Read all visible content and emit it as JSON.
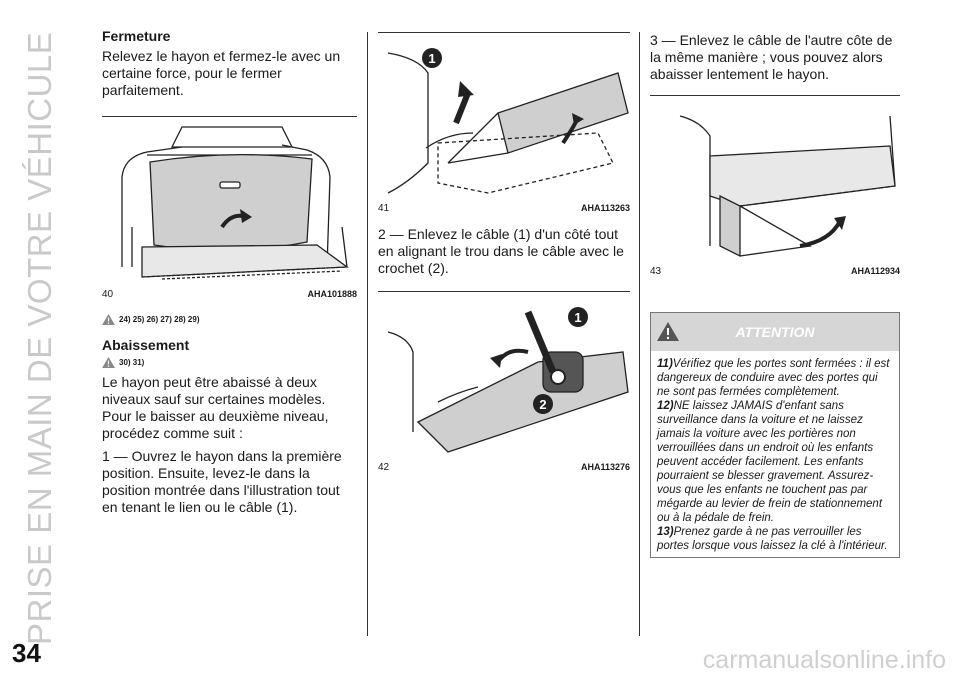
{
  "side_title": "PRISE EN MAIN DE VOTRE VÉHICULE",
  "page_number": "34",
  "watermark": "carmanualsonline.info",
  "col1": {
    "heading1": "Fermeture",
    "para1": "Relevez le hayon et fermez-le avec un certaine force, pour le fermer parfaitement.",
    "fig40": {
      "num": "40",
      "code": "AHA101888"
    },
    "refs1": "24) 25) 26) 27) 28) 29)",
    "heading2": "Abaissement",
    "refs2": "30) 31)",
    "para2": "Le hayon peut être abaissé à deux niveaux sauf sur certaines modèles. Pour le baisser au deuxième niveau, procédez comme suit :",
    "para3": "1 — Ouvrez le hayon dans la première position. Ensuite, levez-le dans la position montrée dans l'illustration tout en tenant le lien ou le câble (1)."
  },
  "col2": {
    "fig41": {
      "num": "41",
      "code": "AHA113263",
      "callout": "1"
    },
    "para1": "2 — Enlevez le câble (1) d'un côté tout en alignant le trou dans le câble avec le crochet (2).",
    "fig42": {
      "num": "42",
      "code": "AHA113276",
      "callout1": "1",
      "callout2": "2"
    }
  },
  "col3": {
    "para1": "3 — Enlevez le câble de l'autre côte de la même manière ; vous pouvez alors abaisser lentement le hayon.",
    "fig43": {
      "num": "43",
      "code": "AHA112934"
    },
    "attention": {
      "title": "ATTENTION",
      "items": [
        {
          "num": "11)",
          "text": "Vérifiez que les portes sont fermées : il est dangereux de conduire avec des portes qui ne sont pas fermées complètement."
        },
        {
          "num": "12)",
          "text": "NE laissez JAMAIS d'enfant sans surveillance dans la voiture et ne laissez jamais la voiture avec les portières non verrouillées dans un endroit où les enfants peuvent accéder facilement. Les enfants pourraient se blesser gravement. Assurez-vous que les enfants ne touchent pas par mégarde au levier de frein de stationnement ou à la pédale de frein."
        },
        {
          "num": "13)",
          "text": "Prenez garde à ne pas verrouiller les portes lorsque vous laissez la clé à l'intérieur."
        }
      ]
    }
  }
}
